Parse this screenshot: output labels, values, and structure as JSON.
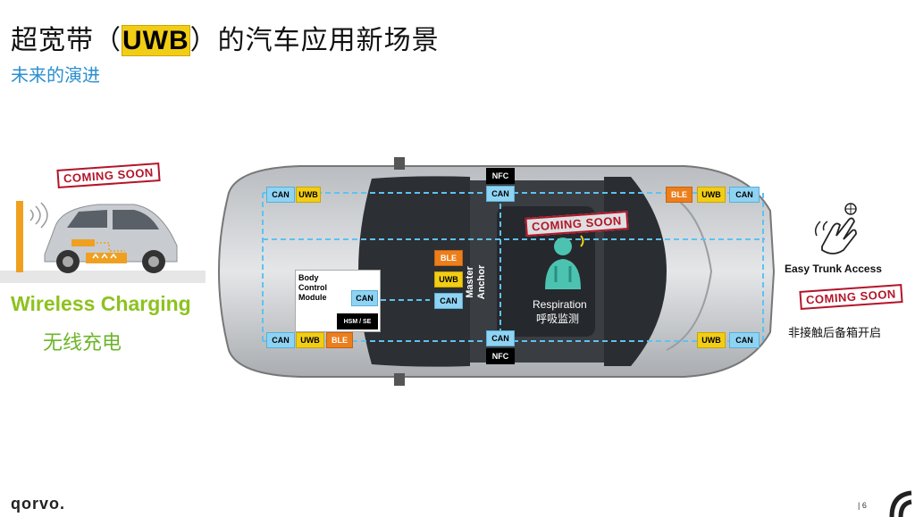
{
  "header": {
    "title_pre": "超宽带（",
    "title_uwb": "UWB",
    "title_post": "）的汽车应用新场景",
    "subtitle": "未来的演进"
  },
  "labels": {
    "coming_soon": "COMING SOON",
    "can": "CAN",
    "uwb": "UWB",
    "ble": "BLE",
    "nfc": "NFC",
    "hsm_se": "HSM / SE",
    "body_control_module": "Body Control Module",
    "master_anchor": "Master Anchor",
    "respiration_en": "Respiration",
    "respiration_cn": "呼吸监测"
  },
  "wireless_charging": {
    "en": "Wireless Charging",
    "cn": "无线充电"
  },
  "trunk": {
    "en": "Easy Trunk Access",
    "cn": "非接触后备箱开启"
  },
  "footer": {
    "logo": "qorvo.",
    "page": "| 6"
  },
  "colors": {
    "can": "#8fd3f3",
    "uwb": "#f2cd16",
    "ble": "#ec7e1c",
    "nfc": "#000000",
    "accent_green": "#8dc21f",
    "accent_blue": "#2a8fd0",
    "coming_soon_red": "#b3152a"
  }
}
